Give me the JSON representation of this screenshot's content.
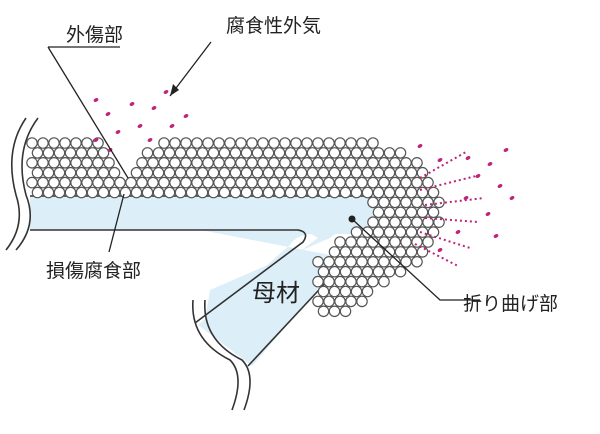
{
  "labels": {
    "external_damage": "外傷部",
    "corrosive_air": "腐食性外気",
    "damaged_corrosion": "損傷腐食部",
    "base_material": "母材",
    "bent_part": "折り曲げ部"
  },
  "colors": {
    "base_fill": "#dceef8",
    "outline": "#333333",
    "particle_stroke": "#555555",
    "corrosive": "#c0237a"
  }
}
